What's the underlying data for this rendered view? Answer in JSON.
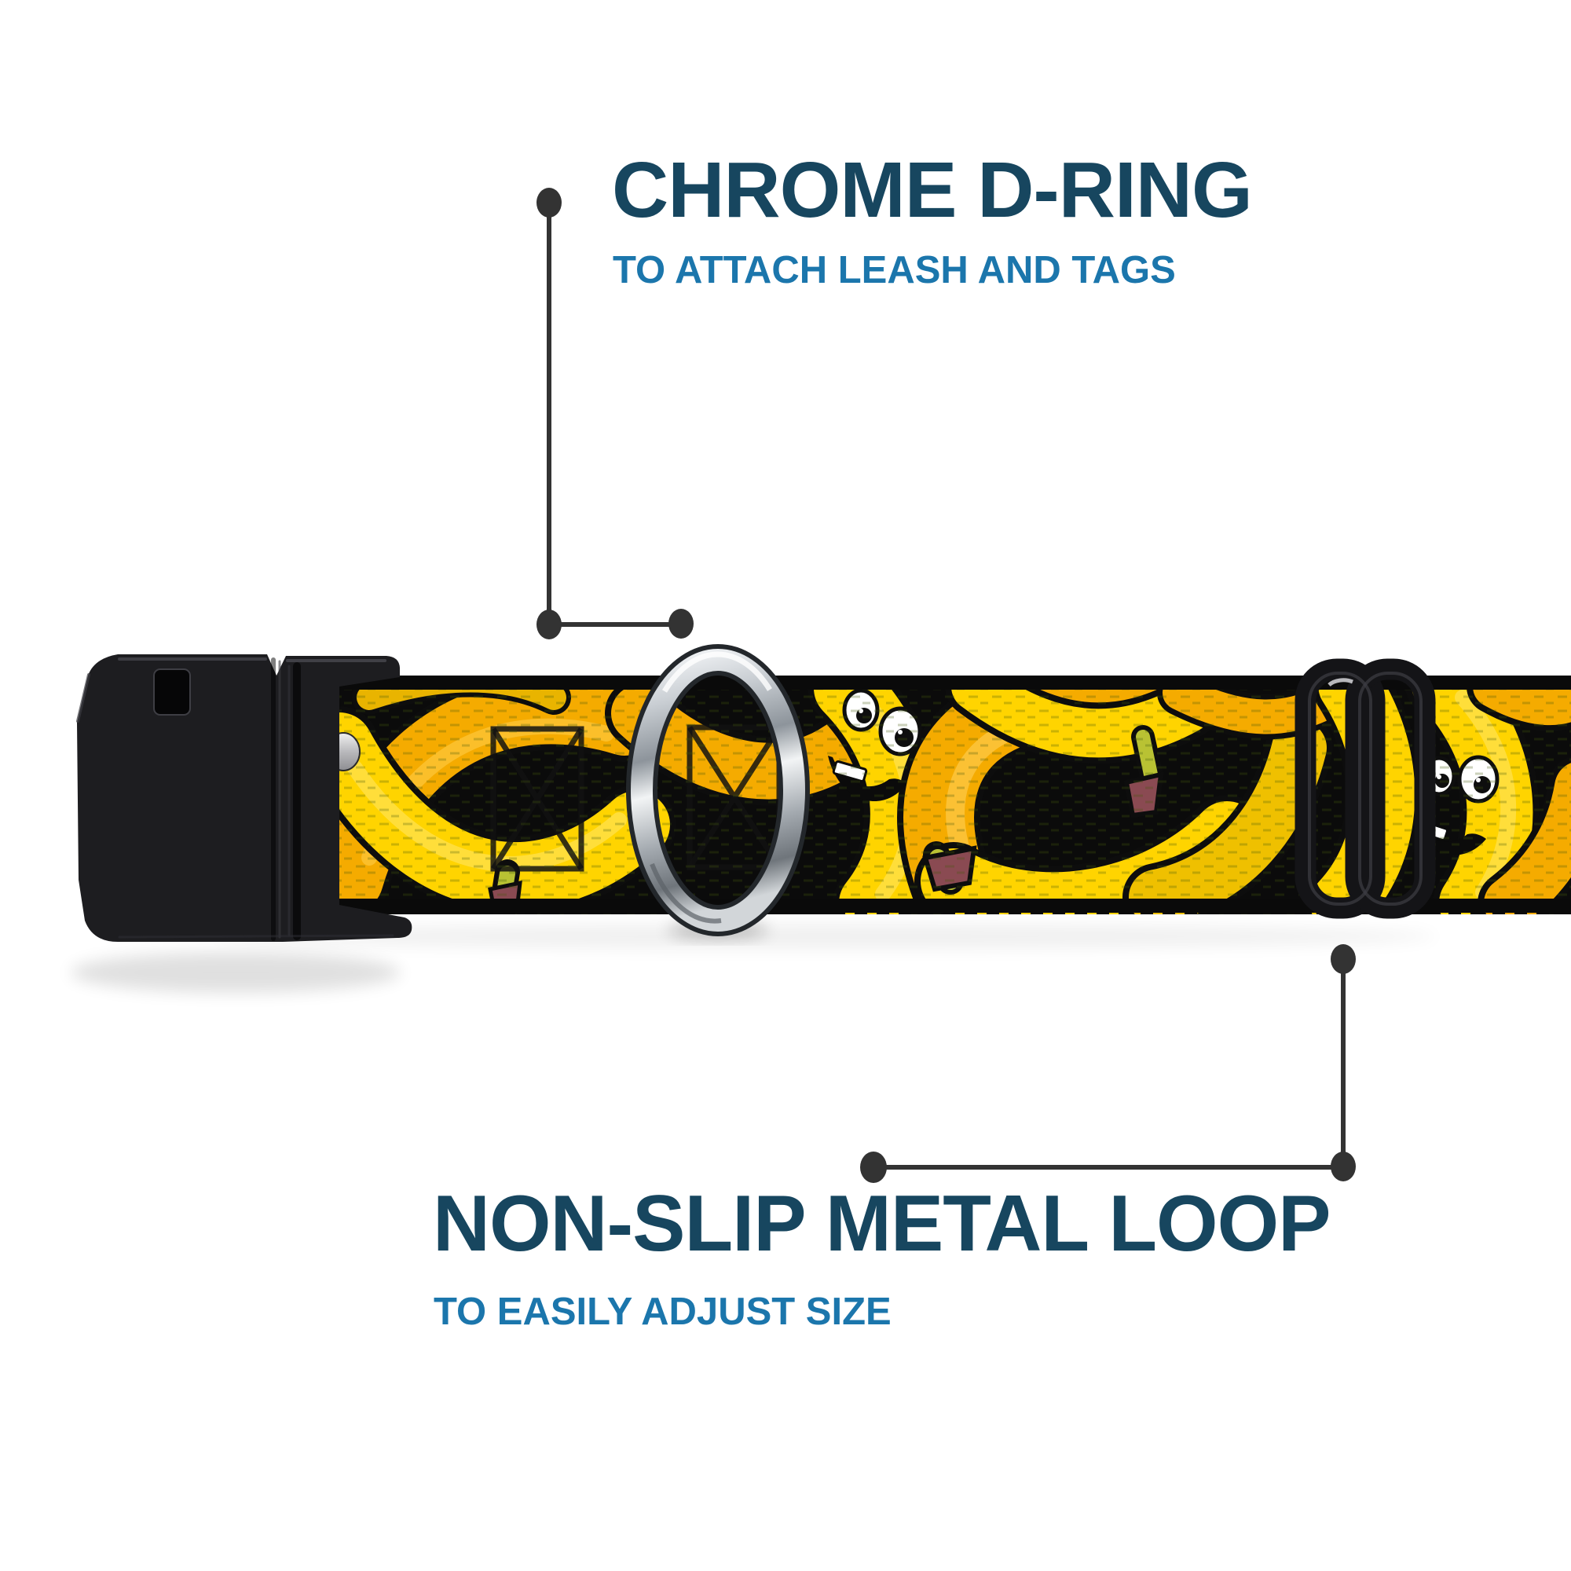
{
  "callouts": {
    "top": {
      "title": "CHROME D-RING",
      "subtitle": "TO ATTACH LEASH AND TAGS"
    },
    "bottom": {
      "title": "NON-SLIP METAL LOOP",
      "subtitle": "TO EASILY ADJUST SIZE"
    }
  },
  "colors": {
    "heading": "#17465f",
    "subheading": "#1b76ac",
    "callout_line": "#333333",
    "banana_yellow": "#ffd400",
    "banana_orange": "#f5ab00",
    "webbing_background": "#0b0b0b",
    "stem_olive": "#b9c233",
    "stem_tip_maroon": "#8a4a52",
    "hardware_black": "#1d1d20",
    "chrome_silver": "#c7ccd1",
    "page_background": "#ffffff"
  }
}
